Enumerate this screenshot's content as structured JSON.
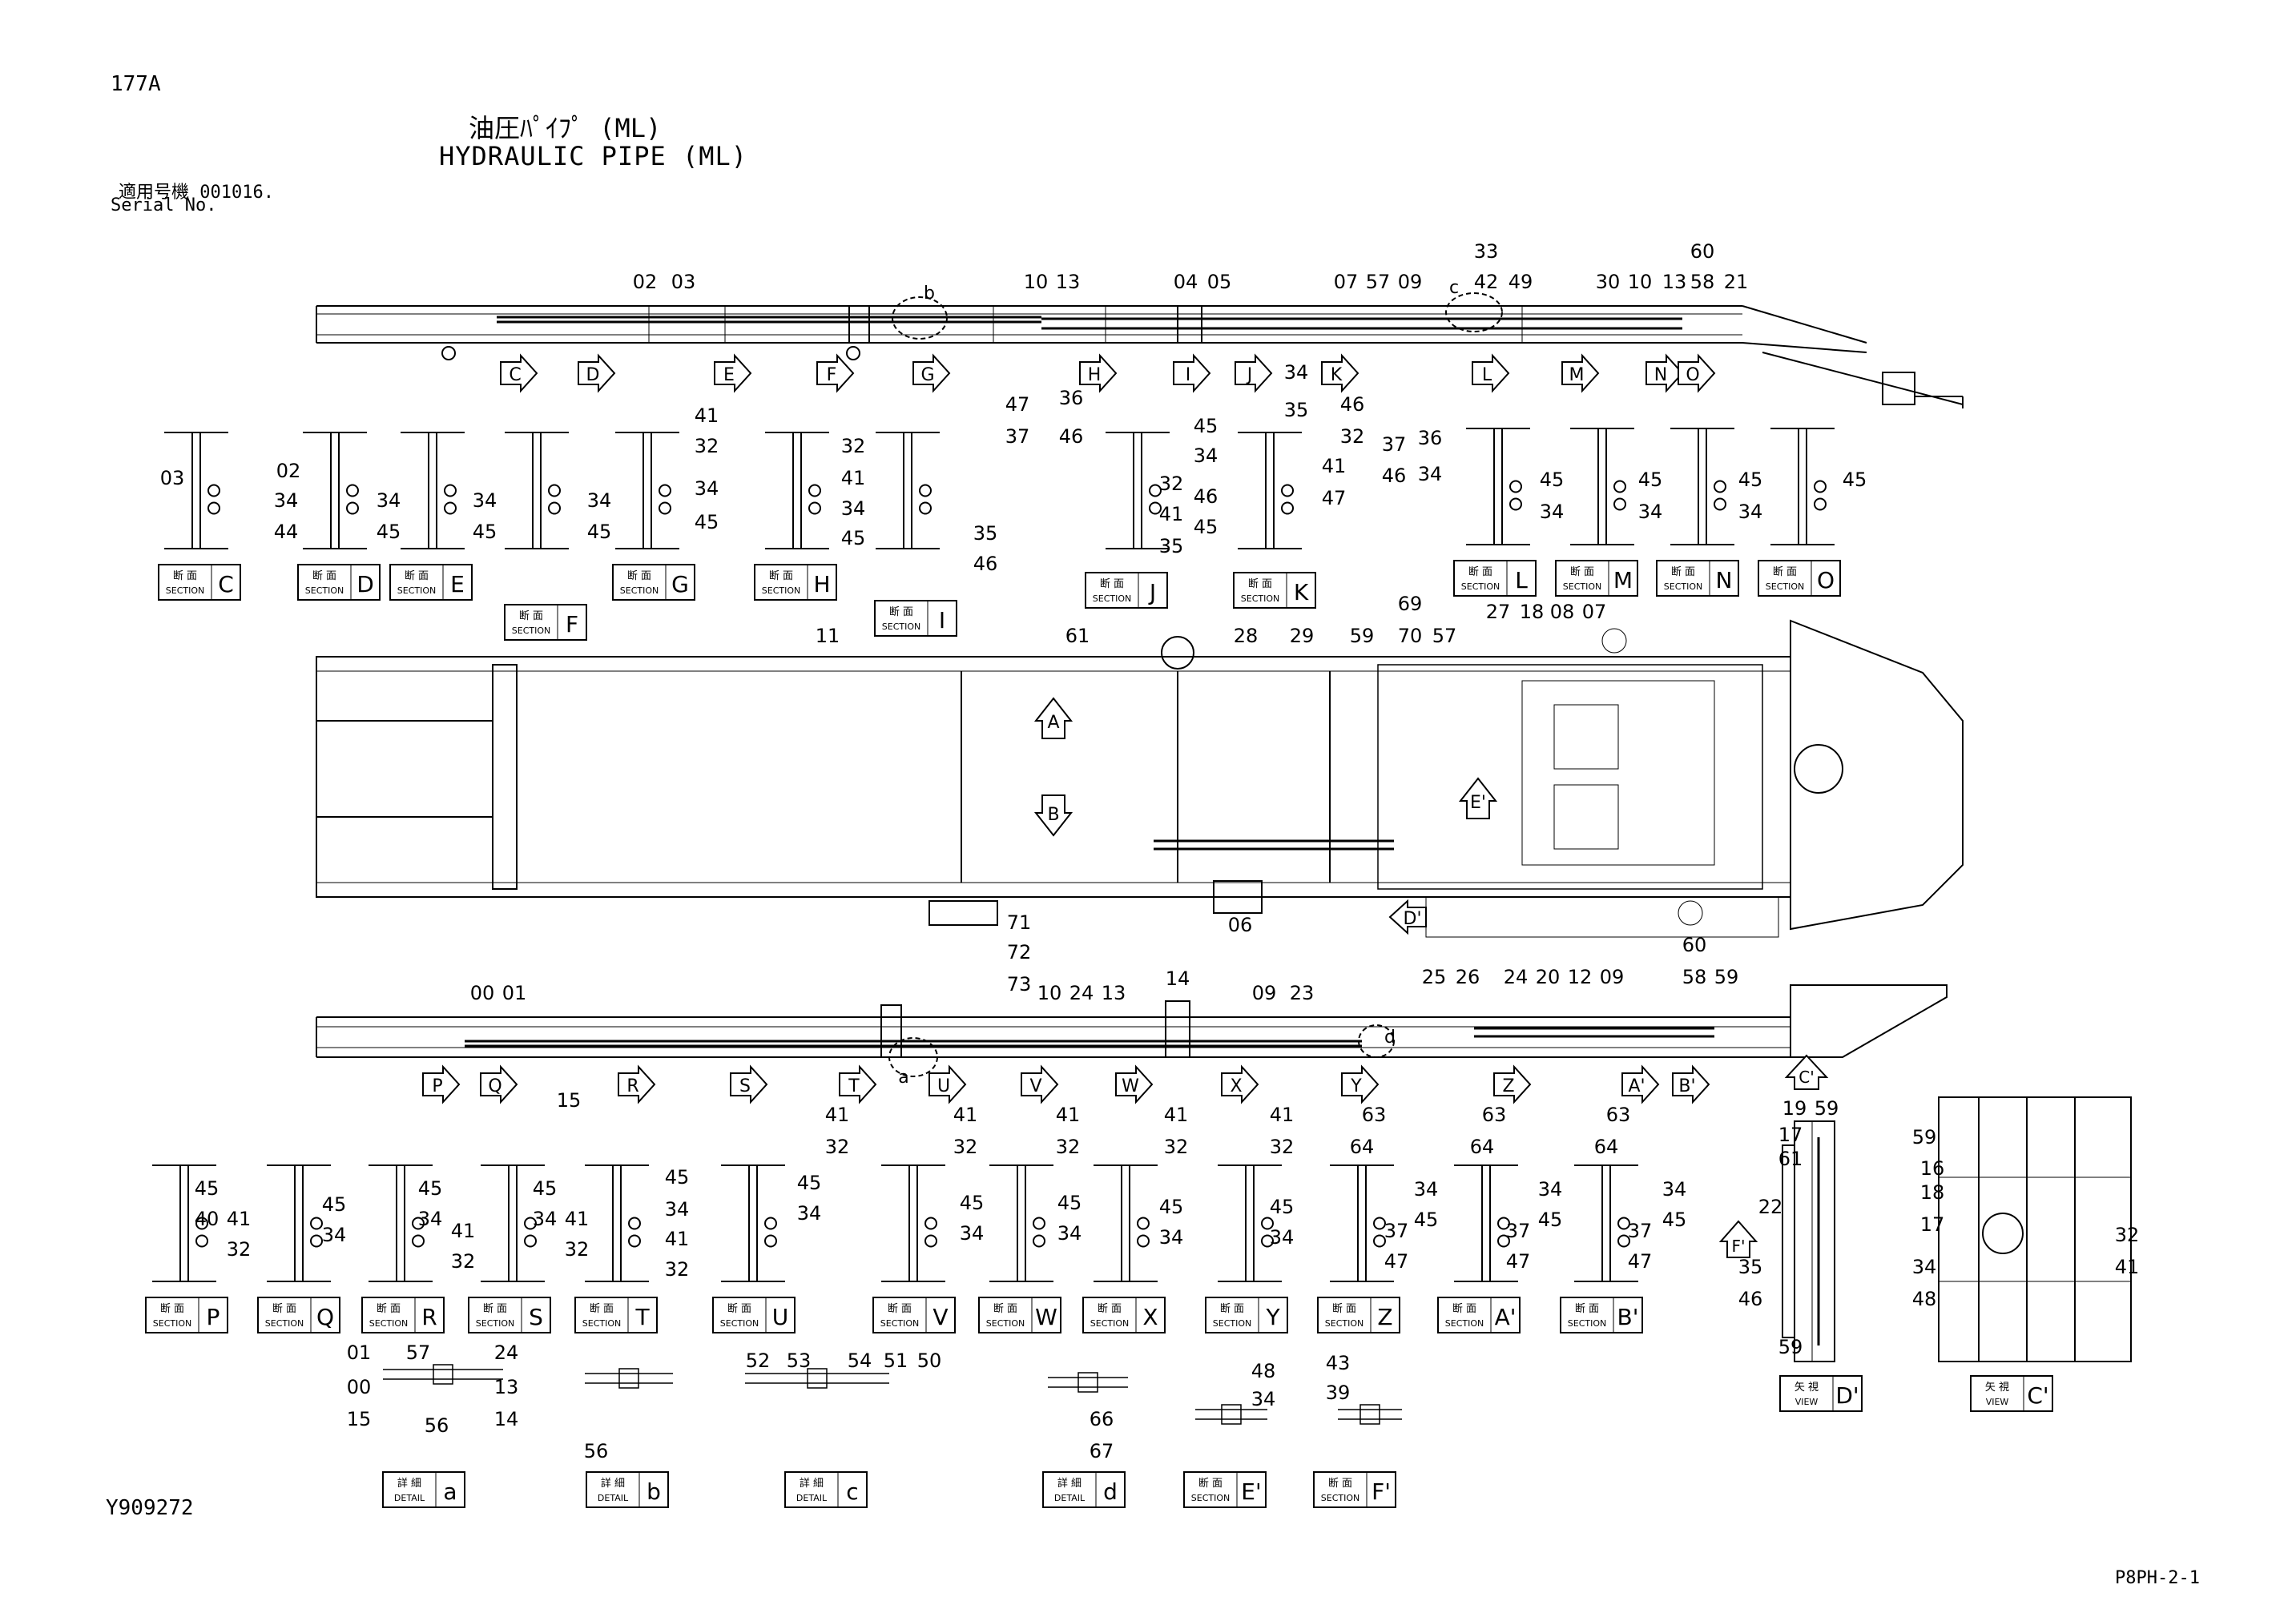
{
  "page": {
    "number": "177A",
    "title_ja": "油圧ﾊﾟｲﾌﾟ (ML)",
    "title_en": "HYDRAULIC PIPE (ML)",
    "serial_ja": "適用号機  001016.",
    "serial_en": "Serial No.",
    "figure_code": "Y909272",
    "sheet_code": "P8PH-2-1"
  },
  "tag_words": {
    "section_ja": "断 面",
    "section_en": "SECTION",
    "detail_ja": "詳 細",
    "detail_en": "DETAIL",
    "view_ja": "矢 視",
    "view_en": "VIEW"
  },
  "arrows_top": [
    "C",
    "D",
    "E",
    "F",
    "G",
    "H",
    "I",
    "J",
    "K",
    "L",
    "M",
    "N",
    "O"
  ],
  "arrows_bottom": [
    "P",
    "Q",
    "R",
    "S",
    "T",
    "U",
    "V",
    "W",
    "X",
    "Y",
    "Z",
    "A'",
    "B'"
  ],
  "section_tags_top": [
    "C",
    "D",
    "E",
    "F",
    "G",
    "H",
    "I",
    "J",
    "K",
    "L",
    "M",
    "N",
    "O"
  ],
  "section_tags_bottom": [
    "P",
    "Q",
    "R",
    "S",
    "T",
    "U",
    "V",
    "W",
    "X",
    "Y",
    "Z",
    "A'",
    "B'"
  ],
  "detail_tags": [
    "a",
    "b",
    "c",
    "d"
  ],
  "small_section_tags": [
    "E'",
    "F'"
  ],
  "view_tags": [
    "D'",
    "C'"
  ],
  "plan_markers": [
    "A",
    "B",
    "E'",
    "D'"
  ],
  "bottom_right_marker": "C'",
  "bottom_right_f_marker": "F'",
  "circle_letters_top": [
    "b",
    "c"
  ],
  "circle_letters_bottom": [
    "a",
    "d"
  ],
  "callouts_top_elev": [
    "02",
    "03",
    "10",
    "13",
    "04",
    "05",
    "07",
    "57",
    "09",
    "33",
    "42",
    "49",
    "30",
    "10",
    "13",
    "60",
    "58",
    "21"
  ],
  "callouts_top_sections": [
    "03",
    "02",
    "34",
    "44",
    "34",
    "45",
    "34",
    "45",
    "34",
    "45",
    "41",
    "32",
    "34",
    "45",
    "32",
    "41",
    "34",
    "45",
    "35",
    "46",
    "47",
    "37",
    "36",
    "46",
    "45",
    "34",
    "32",
    "41",
    "35",
    "46",
    "45",
    "34",
    "35",
    "46",
    "32",
    "41",
    "47",
    "37",
    "46",
    "36",
    "34",
    "45",
    "34",
    "45",
    "34",
    "45",
    "34",
    "45"
  ],
  "callouts_plan": [
    "11",
    "61",
    "28",
    "29",
    "59",
    "69",
    "70",
    "57",
    "27",
    "18",
    "08",
    "07",
    "71",
    "72",
    "73",
    "06",
    "60",
    "58",
    "59"
  ],
  "callouts_bottom_elev": [
    "00",
    "01",
    "15",
    "10",
    "24",
    "13",
    "14",
    "09",
    "23",
    "25",
    "26",
    "24",
    "20",
    "12",
    "09"
  ],
  "callouts_bottom_sections": [
    "41",
    "32",
    "41",
    "32",
    "41",
    "32",
    "41",
    "32",
    "41",
    "32",
    "45",
    "40",
    "41",
    "32",
    "45",
    "34",
    "45",
    "34",
    "41",
    "32",
    "45",
    "34",
    "41",
    "32",
    "45",
    "34",
    "41",
    "32",
    "45",
    "34",
    "45",
    "34",
    "45",
    "34",
    "45",
    "34",
    "45",
    "34",
    "63",
    "64",
    "34",
    "45",
    "37",
    "47",
    "63",
    "64",
    "34",
    "45",
    "37",
    "47",
    "63",
    "64",
    "34",
    "45",
    "37",
    "47"
  ],
  "callouts_view_d": [
    "19",
    "59",
    "17",
    "61",
    "22",
    "35",
    "46",
    "59"
  ],
  "callouts_view_c": [
    "59",
    "16",
    "18",
    "17",
    "34",
    "48",
    "32",
    "41"
  ],
  "callouts_details": [
    "01",
    "57",
    "24",
    "00",
    "13",
    "15",
    "56",
    "14",
    "56",
    "52",
    "53",
    "54",
    "51",
    "50",
    "66",
    "67",
    "48",
    "34",
    "43",
    "39"
  ]
}
